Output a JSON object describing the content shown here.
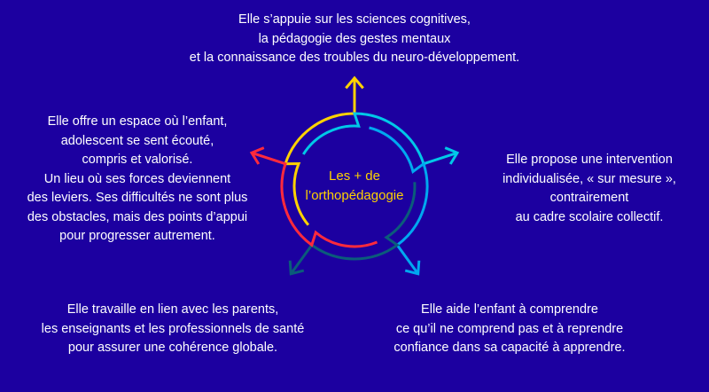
{
  "center": {
    "line1": "Les + de",
    "line2": "l’orthopédagogie"
  },
  "blocks": {
    "top": [
      "Elle s’appuie sur les sciences cognitives,",
      "la pédagogie des gestes mentaux",
      "et la connaissance des troubles du neuro-développement."
    ],
    "right": [
      "Elle propose une intervention",
      "individualisée, « sur mesure »,",
      "contrairement",
      "au cadre scolaire collectif."
    ],
    "bottom_right": [
      "Elle aide l’enfant à comprendre",
      "ce qu’il ne comprend pas et à reprendre",
      "confiance dans sa capacité à apprendre."
    ],
    "bottom_left": [
      "Elle travaille en lien avec les parents,",
      "les enseignants et les professionnels de santé",
      "pour assurer une cohérence globale."
    ],
    "left": [
      "Elle offre un espace où l’enfant,",
      "adolescent se sent écouté,",
      "compris et valorisé.",
      "Un lieu où ses forces deviennent",
      "des leviers. Ses difficultés ne sont plus",
      "des obstacles, mais des points d’appui",
      "pour progresser autrement."
    ]
  },
  "colors": {
    "background": "#1c00a0",
    "segments": [
      "#ffd200",
      "#00c8e8",
      "#00a8f0",
      "#0b5c7a",
      "#ff2a3c"
    ]
  }
}
